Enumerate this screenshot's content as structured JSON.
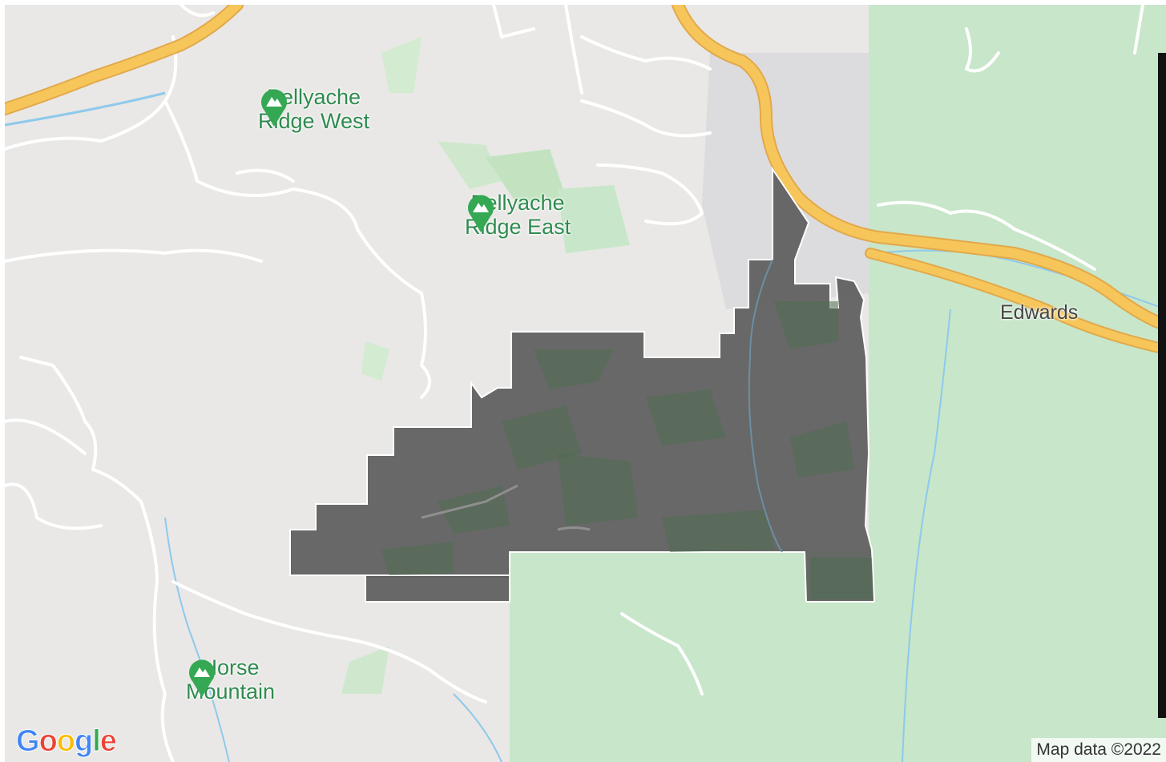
{
  "map": {
    "type": "terrain-map",
    "colors": {
      "land": "#e9e8e6",
      "forest": "#c8e6c9",
      "park_green": "#a8d5a2",
      "highway": "#f6c65b",
      "highway_edge": "#e2a84a",
      "road": "#ffffff",
      "water": "#8ec9ec",
      "shaded_region": "#5f5f5f",
      "poi_green": "#34a853"
    },
    "places": [
      {
        "name_line1": "Bellyache",
        "name_line2": "Ridge West",
        "icon": "mountain-icon"
      },
      {
        "name_line1": "Bellyache",
        "name_line2": "Ridge East",
        "icon": "mountain-icon"
      },
      {
        "name_line1": "Horse",
        "name_line2": "Mountain",
        "icon": "mountain-icon"
      }
    ],
    "town": "Edwards",
    "logo": {
      "text": "Google",
      "letters": [
        "G",
        "o",
        "o",
        "g",
        "l",
        "e"
      ],
      "letter_colors": [
        "#4285f4",
        "#ea4335",
        "#fbbc05",
        "#4285f4",
        "#34a853",
        "#ea4335"
      ]
    },
    "attribution": "Map data ©2022"
  }
}
